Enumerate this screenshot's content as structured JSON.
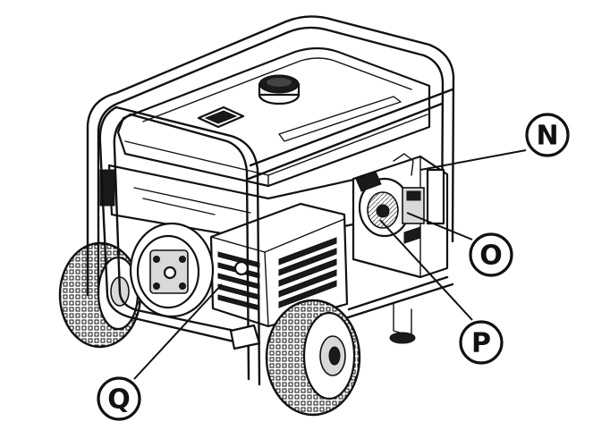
{
  "callouts": [
    {
      "id": "N",
      "label": "N"
    },
    {
      "id": "O",
      "label": "O"
    },
    {
      "id": "P",
      "label": "P"
    },
    {
      "id": "Q",
      "label": "Q"
    }
  ]
}
